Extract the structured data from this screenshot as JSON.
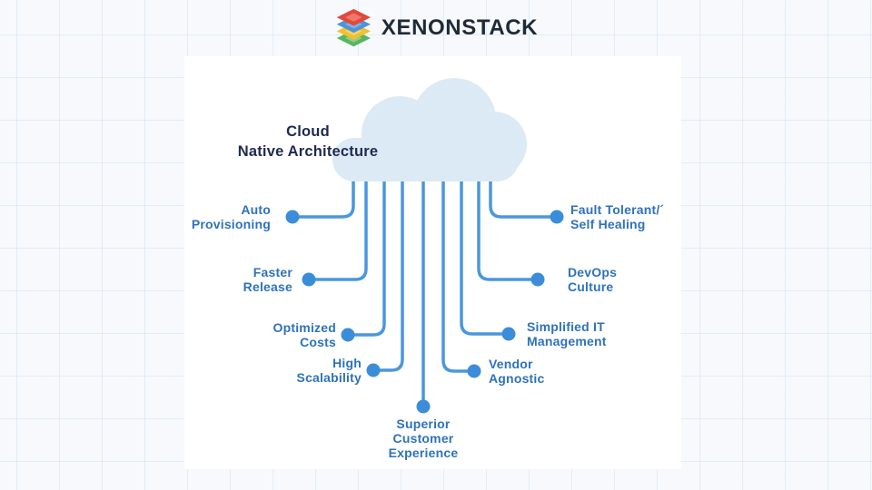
{
  "brand": {
    "name": "XENONSTACK"
  },
  "cloud": {
    "title": "Cloud\nNative Architecture"
  },
  "branches": [
    {
      "id": "auto-provisioning",
      "label": "Auto\nProvisioning",
      "side": "left"
    },
    {
      "id": "faster-release",
      "label": "Faster\nRelease",
      "side": "left"
    },
    {
      "id": "optimized-costs",
      "label": "Optimized\nCosts",
      "side": "left"
    },
    {
      "id": "high-scalability",
      "label": "High\nScalability",
      "side": "left"
    },
    {
      "id": "superior-customer-experience",
      "label": "Superior\nCustomer\nExperience",
      "side": "bottom"
    },
    {
      "id": "vendor-agnostic",
      "label": "Vendor\nAgnostic",
      "side": "right"
    },
    {
      "id": "simplified-it-management",
      "label": "Simplified IT\nManagement",
      "side": "right"
    },
    {
      "id": "devops-culture",
      "label": "DevOps\nCulture",
      "side": "right"
    },
    {
      "id": "fault-tolerant-self-healing",
      "label": "Fault Tolerant/´\nSelf Healing",
      "side": "right"
    }
  ],
  "colors": {
    "connector_line": "#4a97dd",
    "node_dot": "#3b8dda",
    "label_text": "#2e72ba",
    "cloud_fill": "#dceaf6",
    "cloud_text": "#1e2a52",
    "brand_text": "#1f2a38",
    "logo_red": "#e2493d",
    "logo_blue": "#4f93d8",
    "logo_yellow": "#f0c02f",
    "logo_green": "#58b65c",
    "background": "#f7f9fc",
    "panel": "#ffffff"
  },
  "icons": [
    "layer-stack-icon"
  ]
}
